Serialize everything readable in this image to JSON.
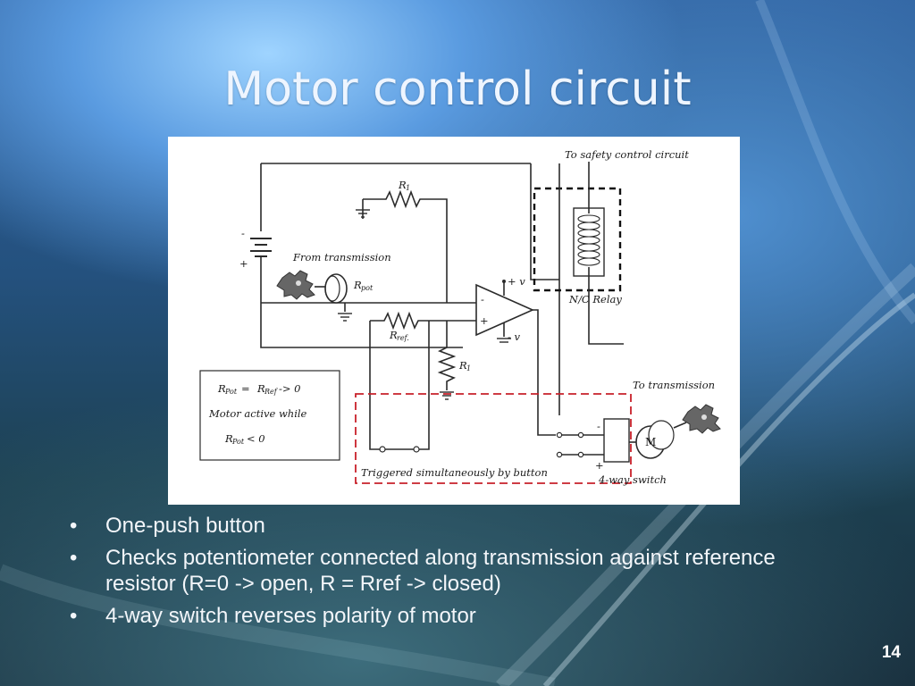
{
  "slide": {
    "title": "Motor control circuit",
    "number": "14"
  },
  "diagram": {
    "labels": {
      "to_safety": "To safety control circuit",
      "r1_top": "R",
      "r1_top_sub": "1",
      "from_transmission": "From transmission",
      "rpot": "R",
      "rpot_sub": "pot",
      "vplus_top": "+ v",
      "vminus_bottom": "- v",
      "op_minus": "-",
      "op_plus": "+",
      "nc_relay": "N/C Relay",
      "rref": "R",
      "rref_sub": "ref.",
      "r1_bottom": "R",
      "r1_bottom_sub": "1",
      "battery_minus": "-",
      "battery_plus": "+",
      "to_transmission": "To transmission",
      "triggered": "Triggered simultaneously by button",
      "four_way": "4-way switch",
      "motor": "M",
      "motor_minus": "-",
      "motor_plus": "+"
    },
    "legend": {
      "line1_a": "R",
      "line1_a_sub": "Pot",
      "line1_b": "= ",
      "line1_c": "R",
      "line1_c_sub": "Ref",
      "line1_d": " -> 0",
      "line2": "Motor active while",
      "line3_a": "R",
      "line3_a_sub": "Pot",
      "line3_b": " < 0"
    }
  },
  "bullets": [
    {
      "marker": "•",
      "text": "One-push button"
    },
    {
      "marker": "•",
      "text": "Checks potentiometer connected along transmission against reference resistor (R=0 -> open, R = Rref -> closed)"
    },
    {
      "marker": "•",
      "text": "4-way switch reverses polarity of motor"
    }
  ]
}
